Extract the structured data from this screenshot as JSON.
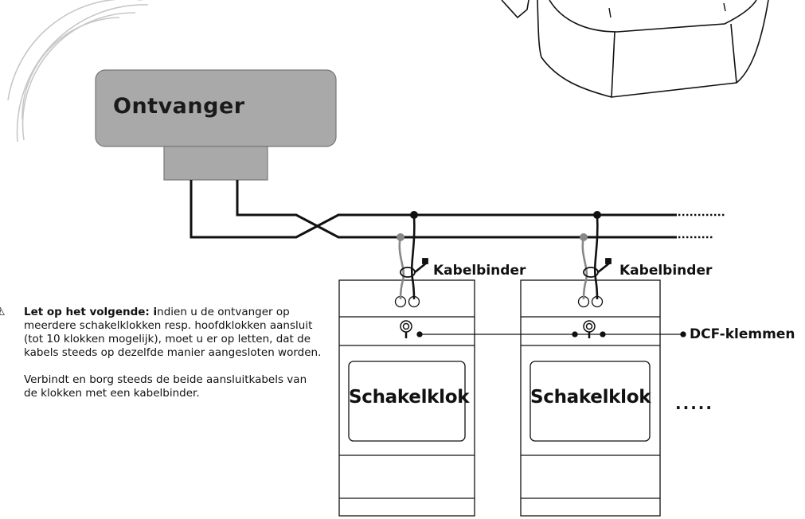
{
  "receiver": {
    "label": "Ontvanger"
  },
  "cable_tie_labels": [
    "Kabelbinder",
    "Kabelbinder"
  ],
  "dcf_label": "DCF-klemmen",
  "clocks": [
    {
      "label": "Schakelklok"
    },
    {
      "label": "Schakelklok"
    }
  ],
  "more_indicator": ".....",
  "note": {
    "warning_icon": "warning-triangle-icon",
    "bold_prefix": "Let op het volgende: ",
    "bold_first_letter": "i",
    "text_1": "ndien u de ontvanger op meerdere schakelklokken resp. hoofdklokken aansluit (tot 10 klokken mogelijk), moet u er op letten, dat de kabels steeds op dezelfde manier aangesloten worden.",
    "text_2": "Verbindt en borg steeds de beide aansluitkabels van de klokken met een kabelbinder."
  }
}
